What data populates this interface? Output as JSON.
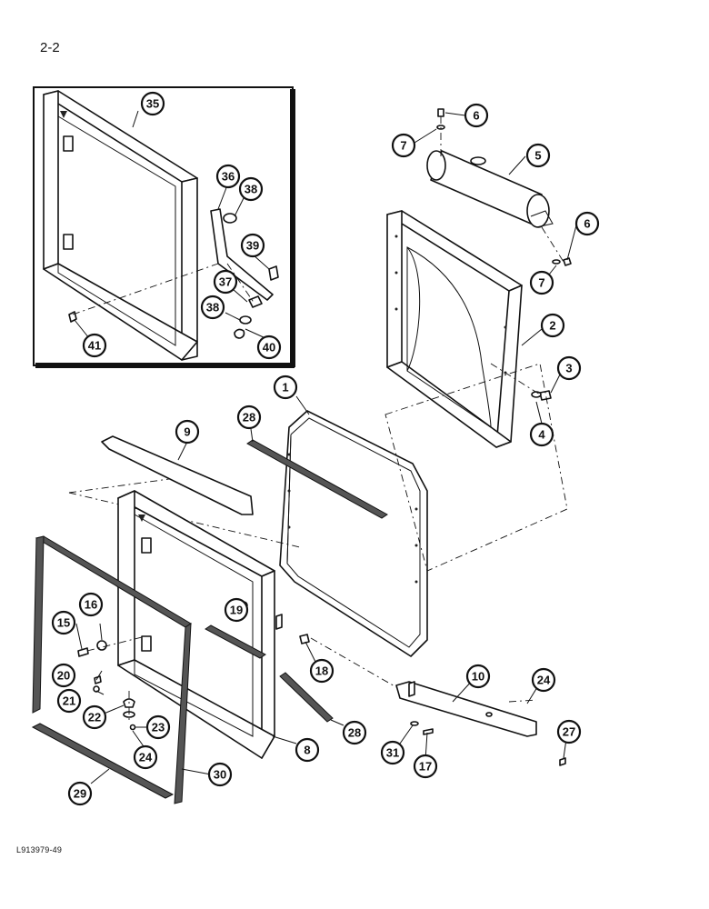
{
  "page": {
    "number": "2-2",
    "figure_id": "L913979-49"
  },
  "callouts": {
    "c1": "1",
    "c2": "2",
    "c3": "3",
    "c4": "4",
    "c5": "5",
    "c6a": "6",
    "c6b": "6",
    "c7a": "7",
    "c7b": "7",
    "c8": "8",
    "c9": "9",
    "c10": "10",
    "c15": "15",
    "c16": "16",
    "c17": "17",
    "c18": "18",
    "c19": "19",
    "c20": "20",
    "c21": "21",
    "c22": "22",
    "c23": "23",
    "c24a": "24",
    "c24b": "24",
    "c27": "27",
    "c28a": "28",
    "c28b": "28",
    "c29": "29",
    "c30": "30",
    "c31": "31",
    "c35": "35",
    "c36": "36",
    "c37": "37",
    "c38a": "38",
    "c38b": "38",
    "c39": "39",
    "c40": "40",
    "c41": "41"
  }
}
